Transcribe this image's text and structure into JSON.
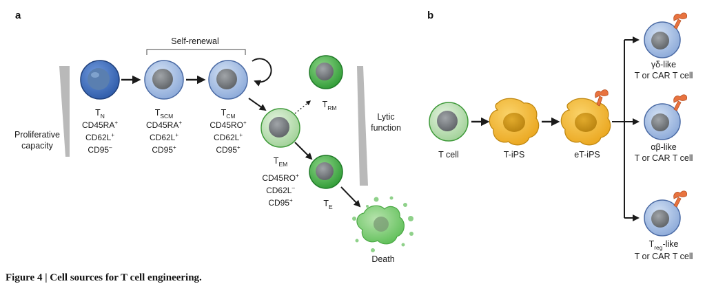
{
  "panel_a_label": "a",
  "panel_b_label": "b",
  "self_renewal": "Self-renewal",
  "proliferative_line1": "Proliferative",
  "proliferative_line2": "capacity",
  "lytic_line1": "Lytic",
  "lytic_line2": "function",
  "death": "Death",
  "cells_a": {
    "tn": {
      "label_main": "T",
      "label_sub": "N",
      "markers": [
        [
          "CD45RA",
          "+"
        ],
        [
          "CD62L",
          "+"
        ],
        [
          "CD95",
          "–"
        ]
      ]
    },
    "tscm": {
      "label_main": "T",
      "label_sub": "SCM",
      "markers": [
        [
          "CD45RA",
          "+"
        ],
        [
          "CD62L",
          "+"
        ],
        [
          "CD95",
          "+"
        ]
      ]
    },
    "tcm": {
      "label_main": "T",
      "label_sub": "CM",
      "markers": [
        [
          "CD45RO",
          "+"
        ],
        [
          "CD62L",
          "+"
        ],
        [
          "CD95",
          "+"
        ]
      ]
    },
    "tem": {
      "label_main": "T",
      "label_sub": "EM",
      "markers": [
        [
          "CD45RO",
          "+"
        ],
        [
          "CD62L",
          "–"
        ],
        [
          "CD95",
          "+"
        ]
      ]
    },
    "trm": {
      "label_main": "T",
      "label_sub": "RM"
    },
    "te": {
      "label_main": "T",
      "label_sub": "E"
    }
  },
  "cells_b": {
    "tcell": "T cell",
    "tips": "T-iPS",
    "etips": "eT-iPS",
    "gd_line1": "γδ-like",
    "gd_line2": "T or CAR T cell",
    "ab_line1": "αβ-like",
    "ab_line2": "T or CAR T cell",
    "treg_main": "T",
    "treg_sub": "reg",
    "treg_suffix": "-like",
    "treg_line2": "T or CAR T cell"
  },
  "caption": "Figure 4 | Cell sources for T cell engineering.",
  "colors": {
    "naive_blue": "#3f6fc0",
    "memory_blue": "#9ab6e0",
    "effector_green": "#4fb84a",
    "pale_green": "#a9d8a0",
    "ips_yellow": "#f2b52a",
    "receptor_orange": "#e8733f",
    "nucleus_grey": "#6f7478"
  }
}
